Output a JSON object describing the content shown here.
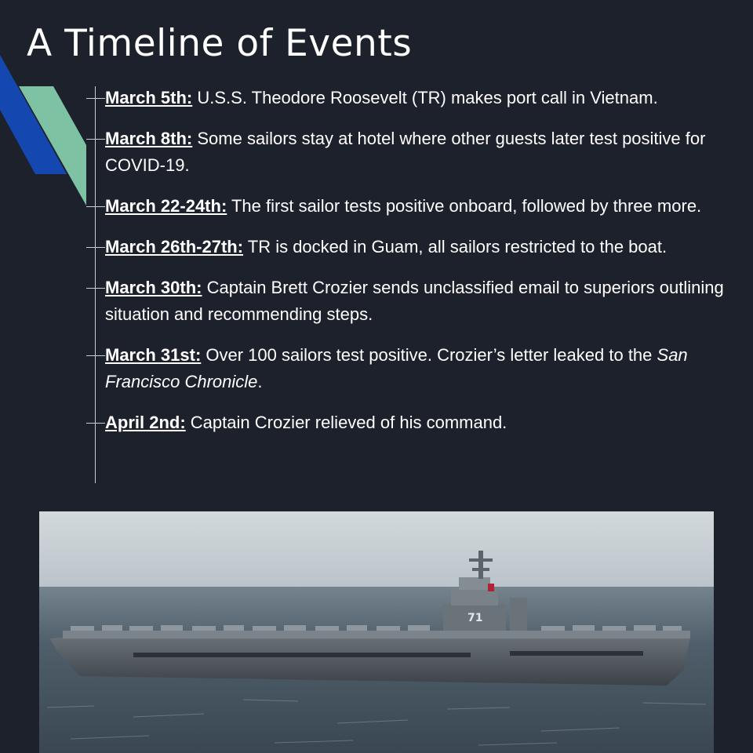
{
  "title": "A Timeline of Events",
  "colors": {
    "background": "#1d212c",
    "accent_blue": "#1447b0",
    "accent_green": "#7ec2a4",
    "text": "#ffffff"
  },
  "events": [
    {
      "date": "March 5th:",
      "text": " U.S.S. Theodore Roosevelt (TR) makes port call in Vietnam."
    },
    {
      "date": "March 8th:",
      "text": " Some sailors stay at hotel where other guests later test positive for COVID-19."
    },
    {
      "date": "March 22-24th:",
      "text": " The first sailor tests positive onboard, followed by three more."
    },
    {
      "date": "March 26th-27th:",
      "text": " TR is docked in Guam, all sailors restricted to the boat."
    },
    {
      "date": "March 30th:",
      "text": " Captain Brett Crozier sends unclassified email to superiors outlining situation and recommending steps."
    },
    {
      "date": "March 31st:",
      "text": " Over 100 sailors test positive. Crozier’s letter leaked to the ",
      "italic": "San Francisco Chronicle",
      "text_after": "."
    },
    {
      "date": "April 2nd:",
      "text": " Captain Crozier relieved of his command."
    }
  ],
  "photo": {
    "hull_number": "71"
  }
}
